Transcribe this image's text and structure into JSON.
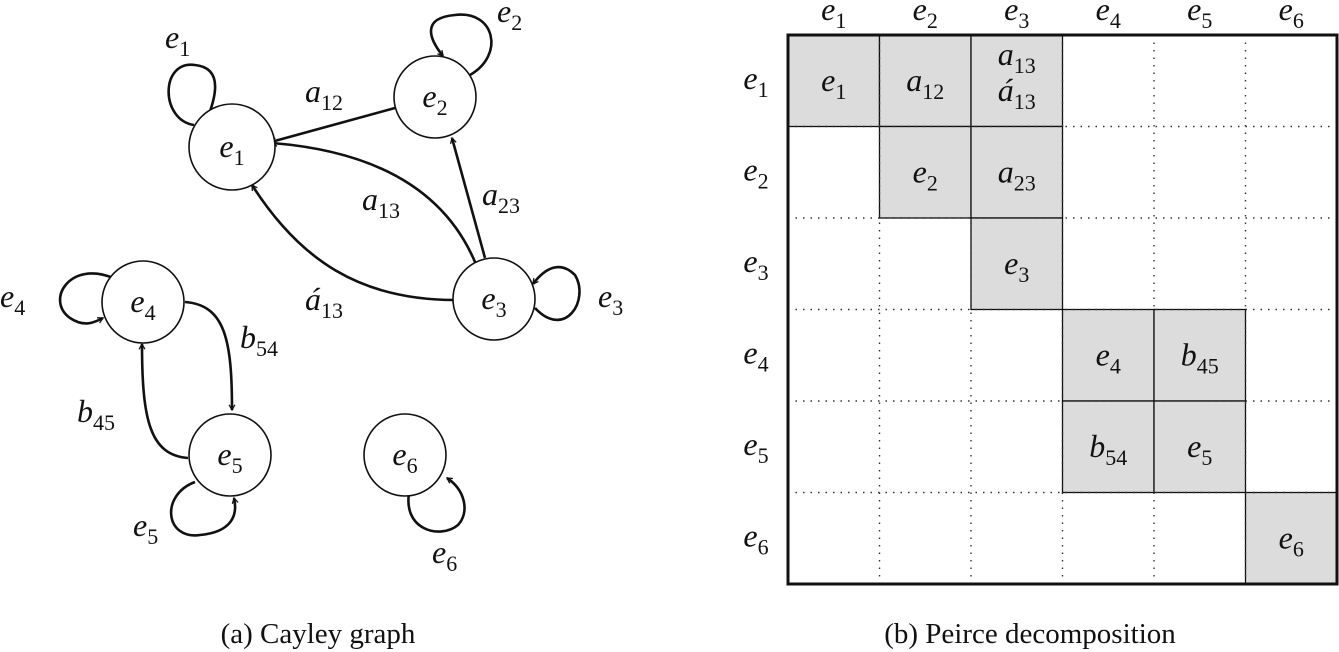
{
  "cayley_graph": {
    "caption": "(a) Cayley graph",
    "nodes": [
      {
        "id": "e1",
        "label": "e",
        "sub": "1"
      },
      {
        "id": "e2",
        "label": "e",
        "sub": "2"
      },
      {
        "id": "e3",
        "label": "e",
        "sub": "3"
      },
      {
        "id": "e4",
        "label": "e",
        "sub": "4"
      },
      {
        "id": "e5",
        "label": "e",
        "sub": "5"
      },
      {
        "id": "e6",
        "label": "e",
        "sub": "6"
      }
    ],
    "loops": [
      {
        "node": "e1",
        "label": "e",
        "sub": "1"
      },
      {
        "node": "e2",
        "label": "e",
        "sub": "2"
      },
      {
        "node": "e3",
        "label": "e",
        "sub": "3"
      },
      {
        "node": "e4",
        "label": "e",
        "sub": "4"
      },
      {
        "node": "e5",
        "label": "e",
        "sub": "5"
      },
      {
        "node": "e6",
        "label": "e",
        "sub": "6"
      }
    ],
    "edges": [
      {
        "from": "e2",
        "to": "e1",
        "label": "a",
        "sub": "12"
      },
      {
        "from": "e3",
        "to": "e2",
        "label": "a",
        "sub": "23"
      },
      {
        "from": "e3",
        "to": "e1",
        "label": "a",
        "sub": "13"
      },
      {
        "from": "e3",
        "to": "e1",
        "label": "á",
        "sub": "13"
      },
      {
        "from": "e4",
        "to": "e5",
        "label": "b",
        "sub": "54"
      },
      {
        "from": "e5",
        "to": "e4",
        "label": "b",
        "sub": "45"
      }
    ]
  },
  "peirce": {
    "caption": "(b) Peirce decomposition",
    "col_headers": [
      {
        "label": "e",
        "sub": "1"
      },
      {
        "label": "e",
        "sub": "2"
      },
      {
        "label": "e",
        "sub": "3"
      },
      {
        "label": "e",
        "sub": "4"
      },
      {
        "label": "e",
        "sub": "5"
      },
      {
        "label": "e",
        "sub": "6"
      }
    ],
    "row_headers": [
      {
        "label": "e",
        "sub": "1"
      },
      {
        "label": "e",
        "sub": "2"
      },
      {
        "label": "e",
        "sub": "3"
      },
      {
        "label": "e",
        "sub": "4"
      },
      {
        "label": "e",
        "sub": "5"
      },
      {
        "label": "e",
        "sub": "6"
      }
    ],
    "cells": [
      {
        "row": 1,
        "col": 1,
        "entries": [
          {
            "label": "e",
            "sub": "1"
          }
        ]
      },
      {
        "row": 1,
        "col": 2,
        "entries": [
          {
            "label": "a",
            "sub": "12"
          }
        ]
      },
      {
        "row": 1,
        "col": 3,
        "entries": [
          {
            "label": "a",
            "sub": "13"
          },
          {
            "label": "á",
            "sub": "13"
          }
        ]
      },
      {
        "row": 2,
        "col": 2,
        "entries": [
          {
            "label": "e",
            "sub": "2"
          }
        ]
      },
      {
        "row": 2,
        "col": 3,
        "entries": [
          {
            "label": "a",
            "sub": "23"
          }
        ]
      },
      {
        "row": 3,
        "col": 3,
        "entries": [
          {
            "label": "e",
            "sub": "3"
          }
        ]
      },
      {
        "row": 4,
        "col": 4,
        "entries": [
          {
            "label": "e",
            "sub": "4"
          }
        ]
      },
      {
        "row": 4,
        "col": 5,
        "entries": [
          {
            "label": "b",
            "sub": "45"
          }
        ]
      },
      {
        "row": 5,
        "col": 4,
        "entries": [
          {
            "label": "b",
            "sub": "54"
          }
        ]
      },
      {
        "row": 5,
        "col": 5,
        "entries": [
          {
            "label": "e",
            "sub": "5"
          }
        ]
      },
      {
        "row": 6,
        "col": 6,
        "entries": [
          {
            "label": "e",
            "sub": "6"
          }
        ]
      }
    ],
    "cell_fill_color": "#dcdcdc"
  }
}
